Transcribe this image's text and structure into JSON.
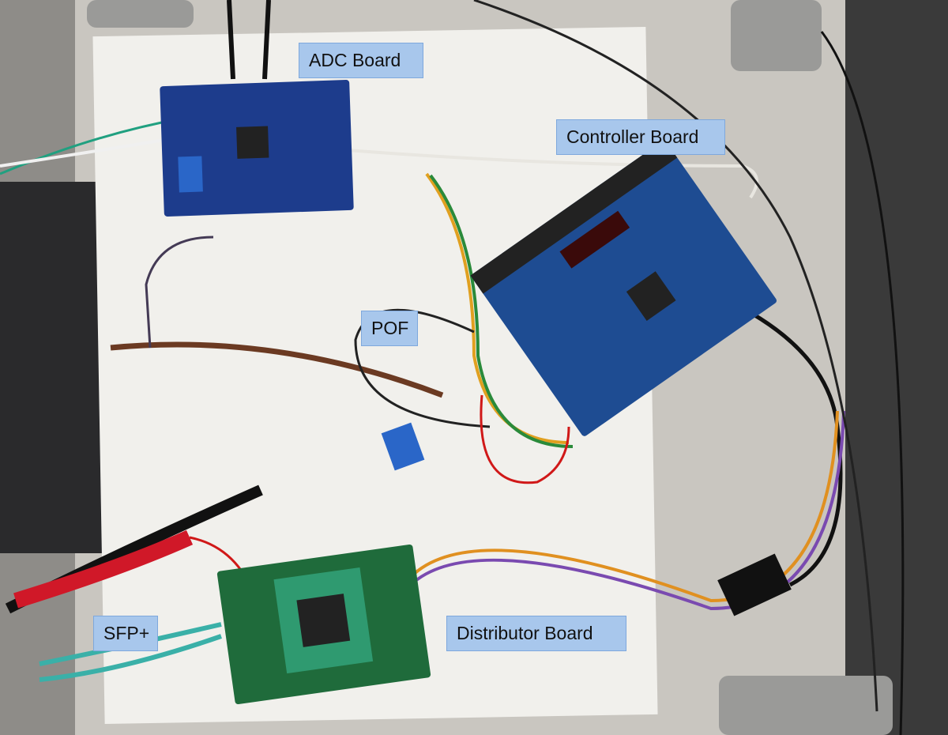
{
  "labels": {
    "adc_board": "ADC Board",
    "controller_board": "Controller Board",
    "pof": "POF",
    "sfp": "SFP+",
    "distributor_board": "Distributor Board"
  },
  "colors": {
    "label_bg": "#a8c7ec",
    "label_border": "#7ea8dd"
  }
}
